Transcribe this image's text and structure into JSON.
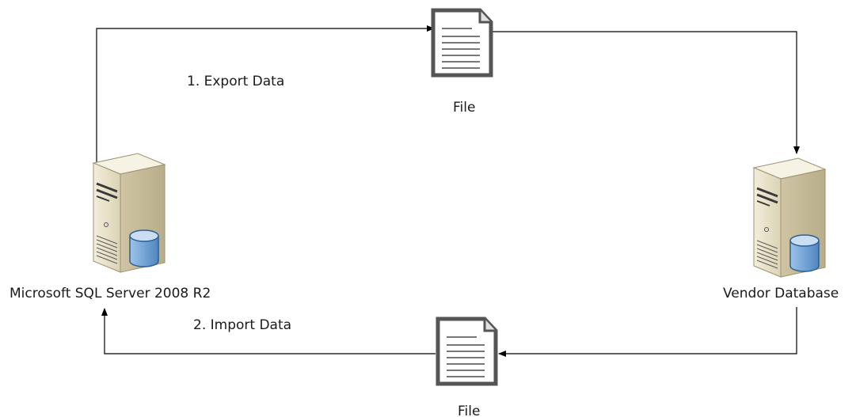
{
  "nodes": {
    "sql_server": {
      "label": "Microsoft SQL Server 2008 R2",
      "icon": "server-database-icon"
    },
    "vendor_db": {
      "label": "Vendor Database",
      "icon": "server-database-icon"
    },
    "file_top": {
      "label": "File",
      "icon": "document-icon"
    },
    "file_bottom": {
      "label": "File",
      "icon": "document-icon"
    }
  },
  "steps": {
    "export": "1. Export Data",
    "import": "2. Import Data"
  },
  "colors": {
    "line": "#000000",
    "server_body": "#e9e1c8",
    "server_shadow": "#c9bf9f",
    "database": "#6fa3d6",
    "document": "#555555"
  }
}
